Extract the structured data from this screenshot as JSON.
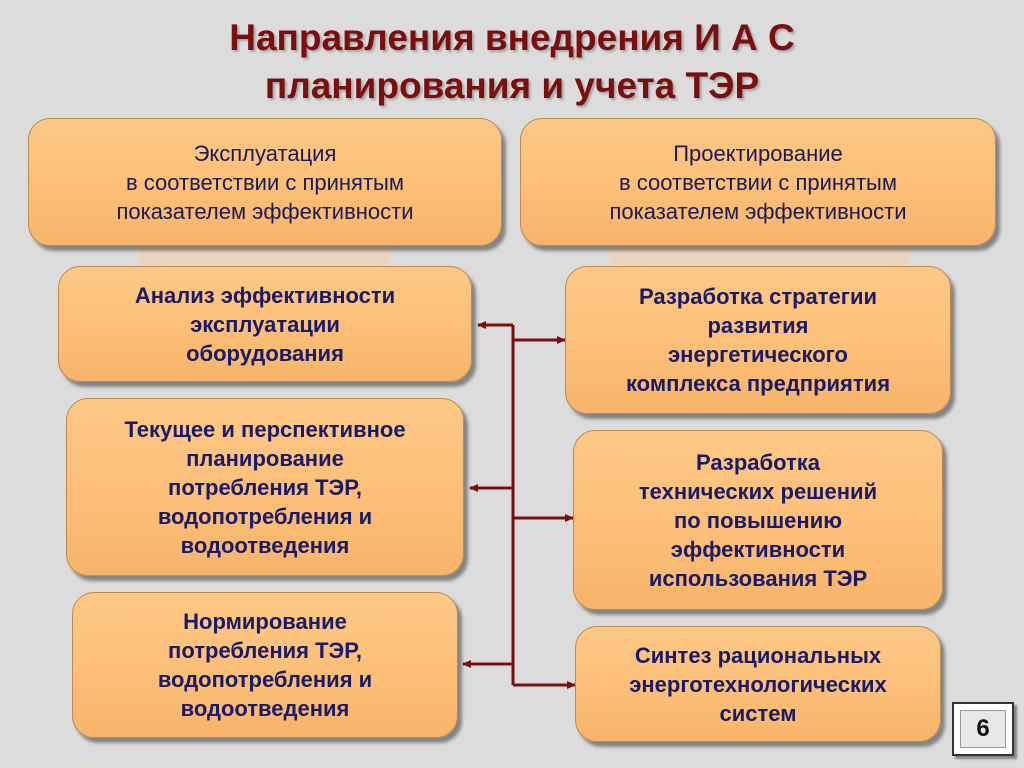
{
  "title": {
    "line1": "Направления внедрения И А С",
    "line2": "планирования и учета ТЭР"
  },
  "boxes": {
    "top_left": [
      "Эксплуатация",
      "в соответствии с принятым",
      "показателем эффективности"
    ],
    "top_right": [
      "Проектирование",
      "в соответствии с принятым",
      "показателем эффективности"
    ],
    "left_1": [
      "Анализ эффективности",
      "эксплуатации",
      "оборудования"
    ],
    "left_2": [
      "Текущее и перспективное",
      "планирование",
      "потребления ТЭР,",
      "водопотребления и",
      "водоотведения"
    ],
    "left_3": [
      "Нормирование",
      "потребления ТЭР,",
      "водопотребления и",
      "водоотведения"
    ],
    "right_1": [
      "Разработка стратегии",
      "развития",
      "энергетического",
      "комплекса предприятия"
    ],
    "right_2": [
      "Разработка",
      "технических решений",
      "по повышению",
      "эффективности",
      "использования ТЭР"
    ],
    "right_3": [
      "Синтез рациональных",
      "энерготехнологических",
      "систем"
    ]
  },
  "page_number": "6",
  "colors": {
    "title": "#7a0f0f",
    "box_fill": "#fbbe77",
    "box_text": "#1a1a66",
    "connector": "#7a0f0f",
    "background": "#dcdcdc"
  }
}
